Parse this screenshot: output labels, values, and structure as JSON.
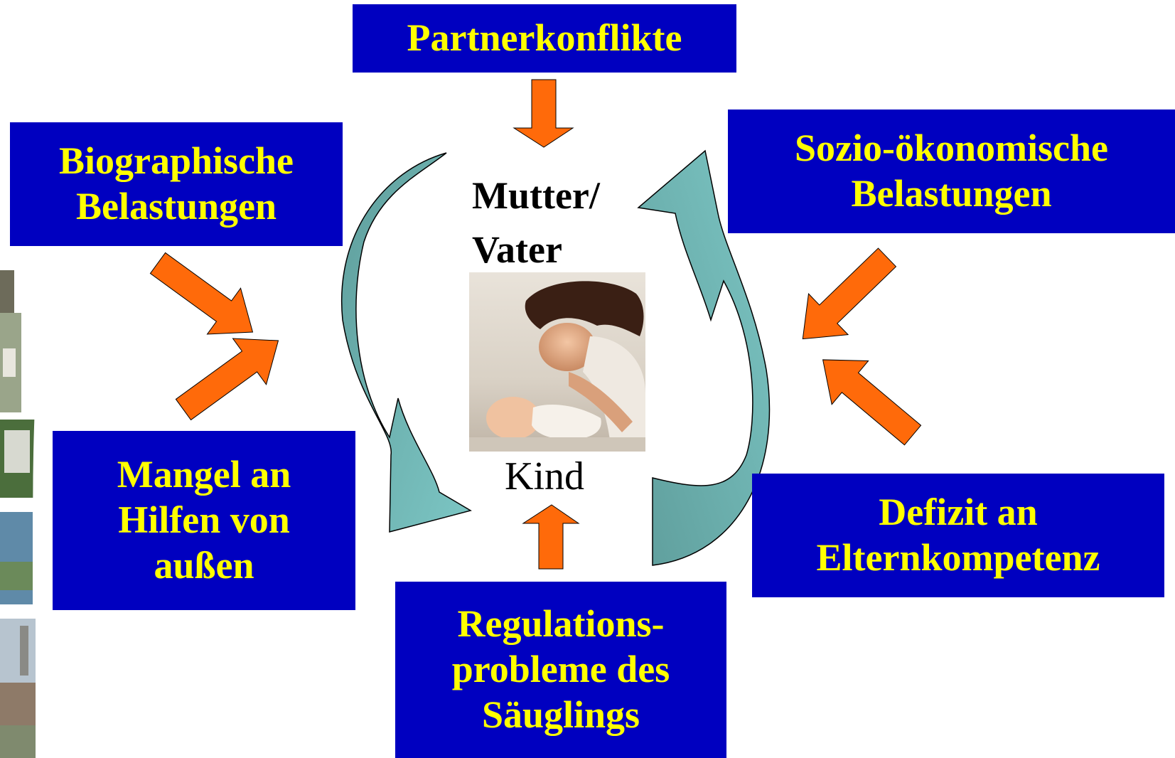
{
  "boxes": {
    "partner": {
      "label": "Partnerkonflikte"
    },
    "biographic": {
      "line1": "Biographische",
      "line2": "Belastungen"
    },
    "socio": {
      "line1": "Sozio-ökonomische",
      "line2": "Belastungen"
    },
    "help": {
      "line1": "Mangel an",
      "line2": "Hilfen von",
      "line3": "außen"
    },
    "competence": {
      "line1": "Defizit an",
      "line2": "Elternkompetenz"
    },
    "regulation": {
      "line1": "Regulations-",
      "line2": "probleme des",
      "line3": "Säuglings"
    }
  },
  "center": {
    "parent_line1": "Mutter/",
    "parent_line2": "Vater",
    "child": "Kind"
  },
  "colors": {
    "box_bg": "#0000c0",
    "box_text": "#ffff00",
    "arrow_fill": "#ff6a0a",
    "cycle_dark": "#5f9e9c",
    "cycle_light": "#7cc6c4"
  }
}
